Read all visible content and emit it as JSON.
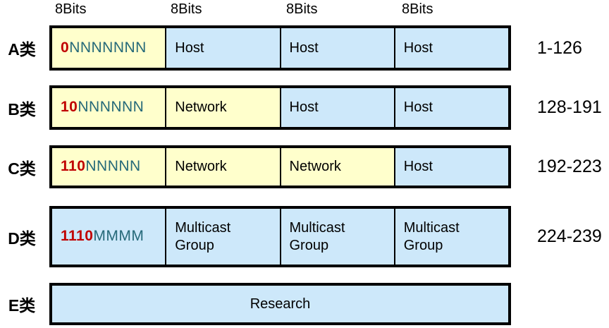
{
  "header": {
    "bits": [
      "8Bits",
      "8Bits",
      "8Bits",
      "8Bits"
    ]
  },
  "rows": [
    {
      "label": "A类",
      "range": "1-126",
      "cells": [
        {
          "type": "bits",
          "prefix": "0",
          "suffix": "NNNNNNN",
          "bg": "yellow"
        },
        {
          "type": "text",
          "text": "Host",
          "bg": "blue"
        },
        {
          "type": "text",
          "text": "Host",
          "bg": "blue"
        },
        {
          "type": "text",
          "text": "Host",
          "bg": "blue"
        }
      ]
    },
    {
      "label": "B类",
      "range": "128-191",
      "cells": [
        {
          "type": "bits",
          "prefix": "10",
          "suffix": "NNNNNN",
          "bg": "yellow"
        },
        {
          "type": "text",
          "text": "Network",
          "bg": "yellow"
        },
        {
          "type": "text",
          "text": "Host",
          "bg": "blue"
        },
        {
          "type": "text",
          "text": "Host",
          "bg": "blue"
        }
      ]
    },
    {
      "label": "C类",
      "range": "192-223",
      "cells": [
        {
          "type": "bits",
          "prefix": "110",
          "suffix": "NNNNN",
          "bg": "yellow"
        },
        {
          "type": "text",
          "text": "Network",
          "bg": "yellow"
        },
        {
          "type": "text",
          "text": "Network",
          "bg": "yellow"
        },
        {
          "type": "text",
          "text": "Host",
          "bg": "blue"
        }
      ]
    },
    {
      "label": "D类",
      "range": "224-239",
      "cells": [
        {
          "type": "bits",
          "prefix": "1110",
          "suffix": "MMMM",
          "bg": "blue"
        },
        {
          "type": "text",
          "text": "Multicast Group",
          "bg": "blue"
        },
        {
          "type": "text",
          "text": "Multicast Group",
          "bg": "blue"
        },
        {
          "type": "text",
          "text": "Multicast Group",
          "bg": "blue"
        }
      ]
    },
    {
      "label": "E类",
      "range": "",
      "cells": [
        {
          "type": "text",
          "text": "Research",
          "bg": "blue",
          "span": 4
        }
      ]
    }
  ],
  "colors": {
    "yellow": "#FFFFCC",
    "blue": "#CDE8FA",
    "red": "#C00000",
    "teal": "#256979",
    "border": "#000000"
  }
}
